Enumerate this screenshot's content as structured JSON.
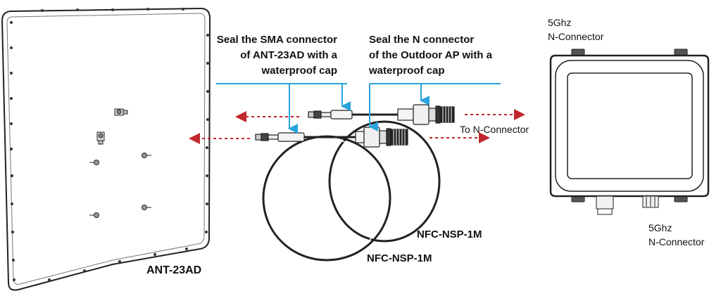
{
  "labels": {
    "antenna": "ANT-23AD",
    "cable_front": "NFC-NSP-1M",
    "cable_back": "NFC-NSP-1M",
    "sma_note": [
      "Seal the SMA connector",
      "of ANT-23AD with a",
      "waterproof cap"
    ],
    "n_note": [
      "Seal the N connector",
      "of the Outdoor AP with a",
      "waterproof cap"
    ],
    "to_n_connector": "To N-Connector",
    "ap_top_connector": [
      "5Ghz",
      "N-Connector"
    ],
    "ap_bottom_connector": [
      "5Ghz",
      "N-Connector"
    ]
  },
  "colors": {
    "callout_line": "#29a3dc",
    "arrow": "#c0272d",
    "outline": "#222222"
  }
}
